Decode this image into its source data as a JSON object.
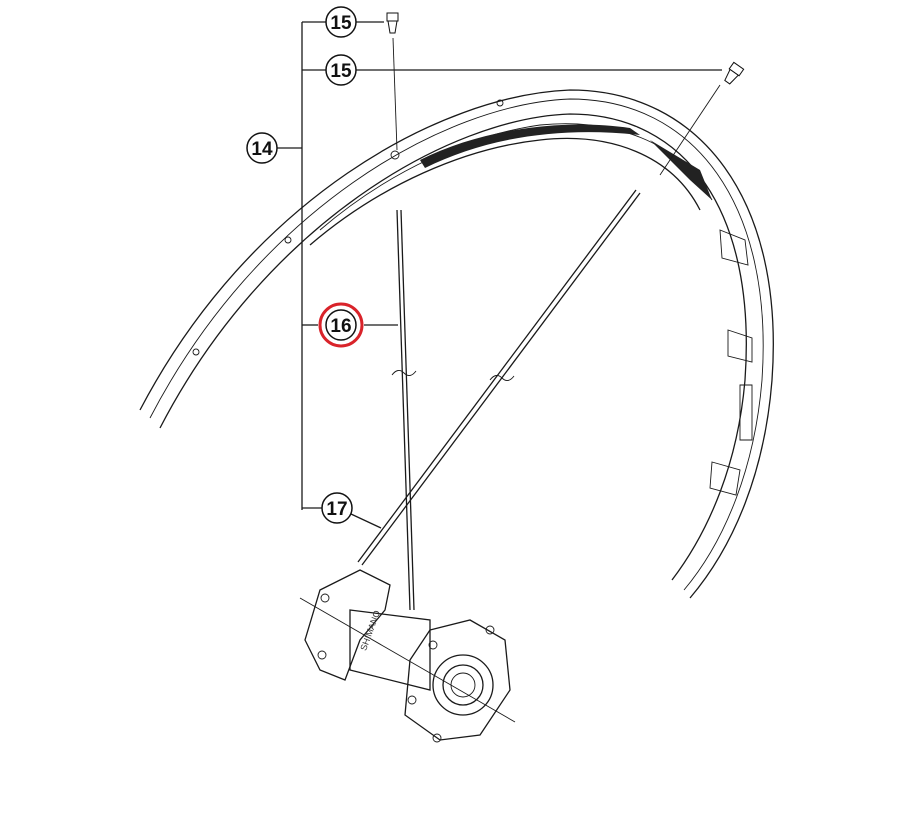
{
  "diagram": {
    "callouts": [
      {
        "id": "15",
        "part": "nipple-top"
      },
      {
        "id": "15",
        "part": "nipple-right"
      },
      {
        "id": "14",
        "part": "spoke-set-group"
      },
      {
        "id": "16",
        "part": "spoke-long",
        "highlighted": true
      },
      {
        "id": "17",
        "part": "spoke-diagonal"
      }
    ],
    "hub_brand": "SHIMANO",
    "highlight_color": "#d9232a"
  }
}
